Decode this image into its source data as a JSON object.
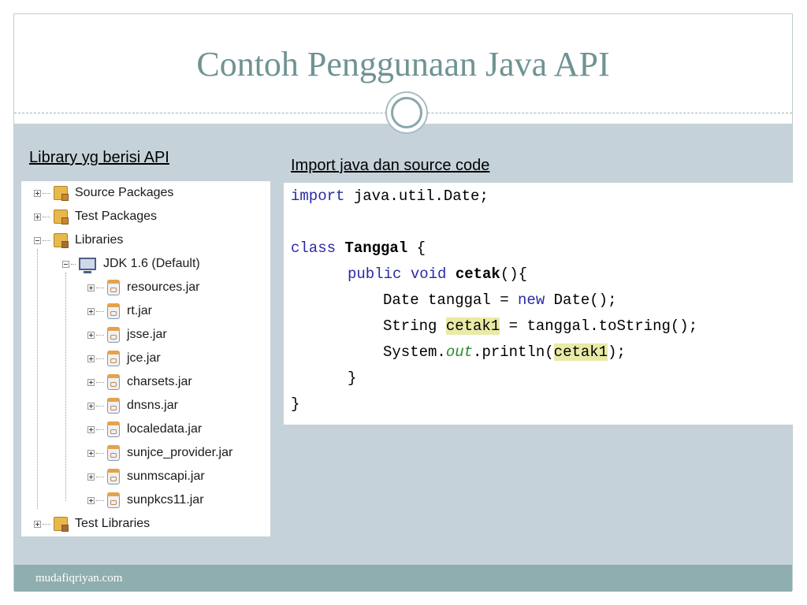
{
  "slide": {
    "title": "Contoh Penggunaan Java API",
    "label_left": "Library yg berisi API",
    "label_right": "Import java dan source code",
    "footer": "mudafiqriyan.com"
  },
  "tree": {
    "items": [
      {
        "label": "Source Packages",
        "icon": "folder-package-icon",
        "expanded": false
      },
      {
        "label": "Test Packages",
        "icon": "folder-package-icon",
        "expanded": false
      },
      {
        "label": "Libraries",
        "icon": "folder-library-icon",
        "expanded": true
      },
      {
        "label": "JDK 1.6 (Default)",
        "icon": "computer-icon",
        "expanded": true
      },
      {
        "label": "resources.jar",
        "icon": "jar-icon",
        "expanded": false
      },
      {
        "label": "rt.jar",
        "icon": "jar-icon",
        "expanded": false
      },
      {
        "label": "jsse.jar",
        "icon": "jar-icon",
        "expanded": false
      },
      {
        "label": "jce.jar",
        "icon": "jar-icon",
        "expanded": false
      },
      {
        "label": "charsets.jar",
        "icon": "jar-icon",
        "expanded": false
      },
      {
        "label": "dnsns.jar",
        "icon": "jar-icon",
        "expanded": false
      },
      {
        "label": "localedata.jar",
        "icon": "jar-icon",
        "expanded": false
      },
      {
        "label": "sunjce_provider.jar",
        "icon": "jar-icon",
        "expanded": false
      },
      {
        "label": "sunmscapi.jar",
        "icon": "jar-icon",
        "expanded": false
      },
      {
        "label": "sunpkcs11.jar",
        "icon": "jar-icon",
        "expanded": false
      },
      {
        "label": "Test Libraries",
        "icon": "folder-library-icon",
        "expanded": false
      }
    ]
  },
  "code": {
    "kw_import": "import",
    "import_path": " java.util.Date;",
    "kw_class": "class",
    "class_name": "Tanggal",
    "open_brace": " {",
    "kw_public_void": "public void",
    "method_name": "cetak",
    "method_paren": "(){",
    "date_decl": "Date tanggal = ",
    "kw_new": "new",
    "date_ctor": " Date();",
    "string_type": "String ",
    "var_cetak1": "cetak1",
    "to_string": " = tanggal.toString();",
    "system_prefix": "System.",
    "field_out": "out",
    "println_open": ".println(",
    "println_close": ");",
    "close_inner": "}",
    "close_outer": "}"
  },
  "colors": {
    "title": "#6f9393",
    "content_bg": "#c6d2d9",
    "footer_bg": "#8faeaf",
    "keyword": "#2a2aa8",
    "highlight": "#e9eaa6"
  }
}
